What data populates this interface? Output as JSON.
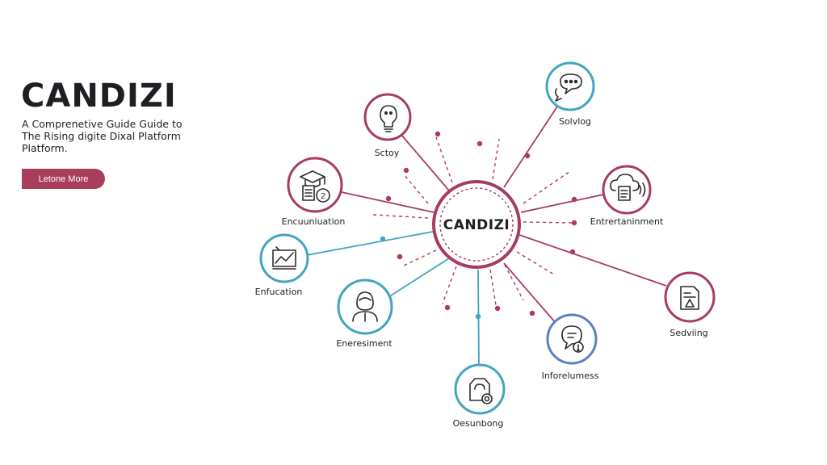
{
  "hero": {
    "title": "CANDIZI",
    "tagline_lines": [
      "A Comprenetive Guide Guide to",
      "The Rising digite Dixal Platform",
      "Platform."
    ],
    "button_label": "Letone More"
  },
  "diagram": {
    "hub_label": "CANDIZI",
    "colors": {
      "maroon": "#a63d5c",
      "teal": "#41a5c0",
      "blue": "#5d7fbf",
      "dot": "#b03a58"
    },
    "nodes": [
      {
        "id": "chat",
        "label": "Solvlog",
        "icon": "speech-bubbles-icon",
        "color": "teal"
      },
      {
        "id": "idea",
        "label": "Sctoy",
        "icon": "lightbulb-icon",
        "color": "maroon"
      },
      {
        "id": "cloud",
        "label": "Entrertaninment",
        "icon": "cloud-document-icon",
        "color": "maroon"
      },
      {
        "id": "grad",
        "label": "Encuuniuation",
        "icon": "graduation-cap-icon",
        "color": "maroon"
      },
      {
        "id": "board",
        "label": "Enfucation",
        "icon": "whiteboard-chart-icon",
        "color": "teal"
      },
      {
        "id": "doc",
        "label": "Sedviing",
        "icon": "document-icon",
        "color": "maroon"
      },
      {
        "id": "person",
        "label": "Eneresiment",
        "icon": "person-icon",
        "color": "teal"
      },
      {
        "id": "info",
        "label": "Inforelumess",
        "icon": "chat-alert-icon",
        "color": "blue"
      },
      {
        "id": "lock",
        "label": "Oesunbong",
        "icon": "lock-badge-icon",
        "color": "teal"
      }
    ]
  }
}
